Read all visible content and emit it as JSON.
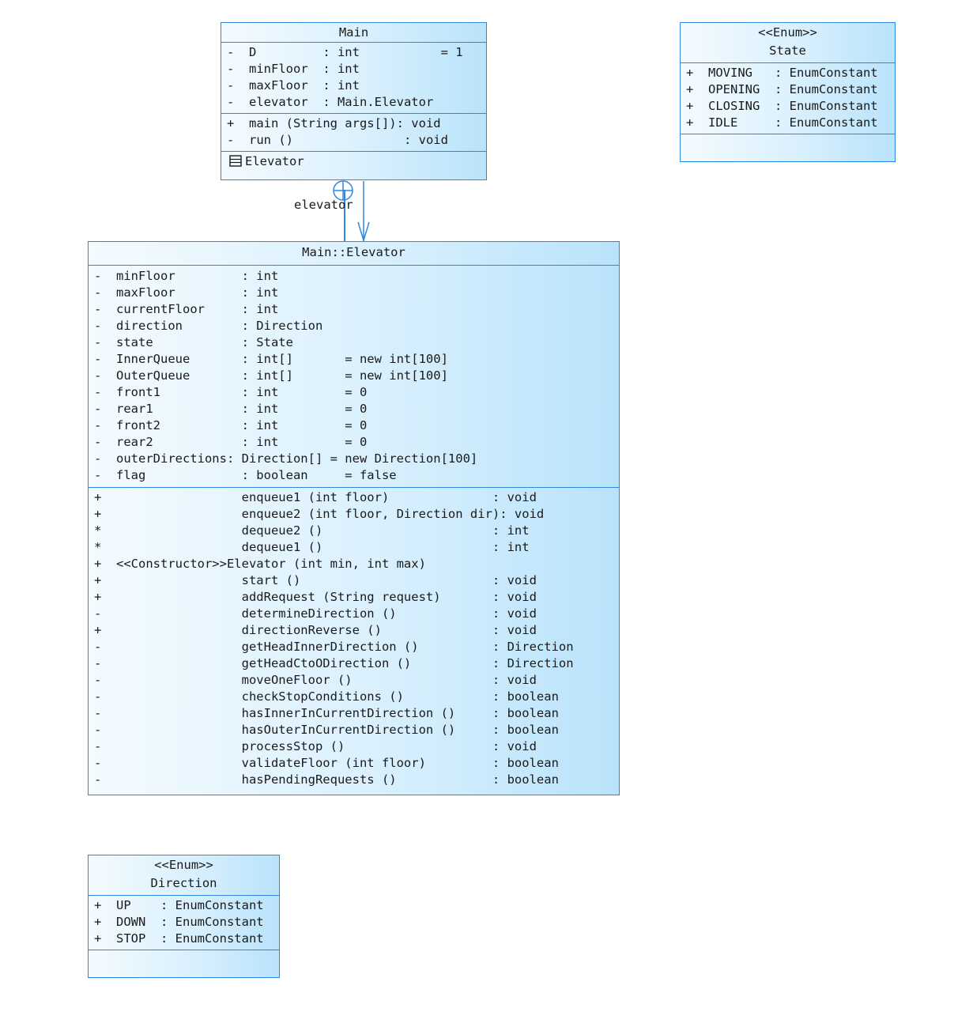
{
  "classes": {
    "main": {
      "name": "Main",
      "attributes": [
        "-  D         : int           = 1",
        "-  minFloor  : int",
        "-  maxFloor  : int",
        "-  elevator  : Main.Elevator"
      ],
      "operations": [
        "+  main (String args[]): void",
        "-  run ()               : void"
      ],
      "nested": "Elevator"
    },
    "state": {
      "stereotype": "<<Enum>>",
      "name": "State",
      "attributes": [
        "+  MOVING   : EnumConstant",
        "+  OPENING  : EnumConstant",
        "+  CLOSING  : EnumConstant",
        "+  IDLE     : EnumConstant"
      ]
    },
    "elevator": {
      "name": "Main::Elevator",
      "attributes": [
        "-  minFloor         : int",
        "-  maxFloor         : int",
        "-  currentFloor     : int",
        "-  direction        : Direction",
        "-  state            : State",
        "-  InnerQueue       : int[]       = new int[100]",
        "-  OuterQueue       : int[]       = new int[100]",
        "-  front1           : int         = 0",
        "-  rear1            : int         = 0",
        "-  front2           : int         = 0",
        "-  rear2            : int         = 0",
        "-  outerDirections: Direction[] = new Direction[100]",
        "-  flag             : boolean     = false"
      ],
      "operations": [
        "+                   enqueue1 (int floor)              : void",
        "+                   enqueue2 (int floor, Direction dir): void",
        "*                   dequeue2 ()                       : int",
        "*                   dequeue1 ()                       : int",
        "+  <<Constructor>>Elevator (int min, int max)",
        "+                   start ()                          : void",
        "+                   addRequest (String request)       : void",
        "-                   determineDirection ()             : void",
        "+                   directionReverse ()               : void",
        "-                   getHeadInnerDirection ()          : Direction",
        "-                   getHeadCtoODirection ()           : Direction",
        "-                   moveOneFloor ()                   : void",
        "-                   checkStopConditions ()            : boolean",
        "-                   hasInnerInCurrentDirection ()     : boolean",
        "-                   hasOuterInCurrentDirection ()     : boolean",
        "-                   processStop ()                    : void",
        "-                   validateFloor (int floor)         : boolean",
        "-                   hasPendingRequests ()             : boolean"
      ]
    },
    "direction": {
      "stereotype": "<<Enum>>",
      "name": "Direction",
      "attributes": [
        "+  UP    : EnumConstant",
        "+  DOWN  : EnumConstant",
        "+  STOP  : EnumConstant"
      ]
    }
  },
  "relations": {
    "nesting_and_association": {
      "label": "elevator"
    }
  },
  "colors": {
    "border": "#2f87e0",
    "fill_left": "#f4fbff",
    "fill_right": "#b9e3fb",
    "text": "#1a1a1a"
  }
}
